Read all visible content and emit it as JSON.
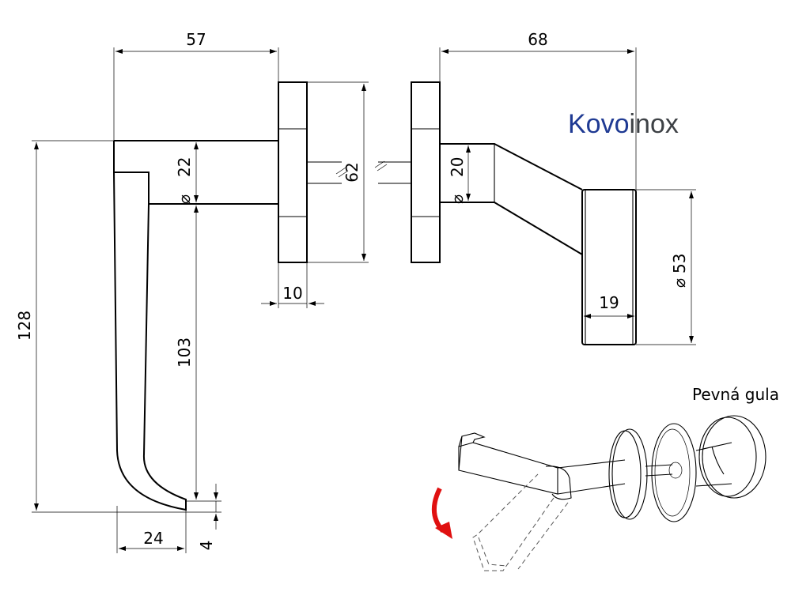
{
  "logo": {
    "part1": "Kovo",
    "part2": "inox",
    "color_part1": "#1f3a93",
    "color_part2": "#3d4145"
  },
  "dimensions": {
    "handle_width": "57",
    "rosette_offset": "68",
    "diameter_22": "22",
    "diameter_20": "20",
    "rosette_height": "62",
    "rosette_depth": "10",
    "knob_diameter": "53",
    "knob_depth": "19",
    "total_length": "128",
    "grip_length": "103",
    "grip_width": "24",
    "tip_height": "4"
  },
  "symbols": {
    "diameter": "⌀"
  },
  "labels": {
    "fixed_knob": "Pevná gula"
  },
  "accent": {
    "rotation_arrow": "#e01010"
  }
}
